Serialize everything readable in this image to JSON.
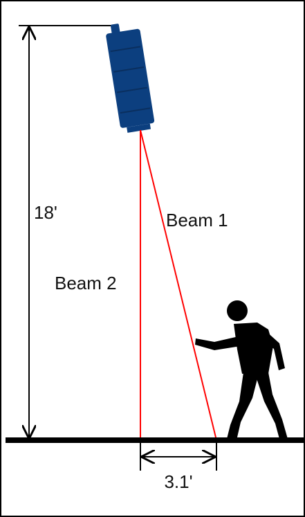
{
  "labels": {
    "height": "18'",
    "beam1": "Beam 1",
    "beam2": "Beam 2",
    "distance": "3.1'"
  },
  "colors": {
    "beam": "#ff0000",
    "fixture": "#0c3f7f",
    "ground": "#000000",
    "person": "#000000",
    "dimension": "#000000",
    "frame": "#000000"
  }
}
